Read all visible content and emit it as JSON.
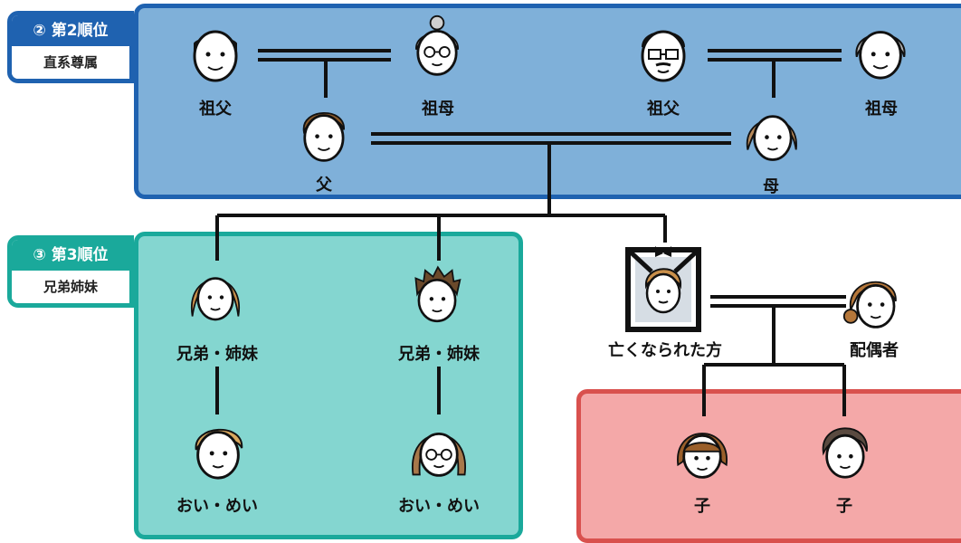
{
  "tags": {
    "rank2": {
      "title": "② 第2順位",
      "subtitle": "直系尊属"
    },
    "rank3": {
      "title": "③ 第3順位",
      "subtitle": "兄弟姉妹"
    }
  },
  "people": {
    "grandfather_paternal": "祖父",
    "grandmother_paternal": "祖母",
    "grandfather_maternal": "祖父",
    "grandmother_maternal": "祖母",
    "father": "父",
    "mother": "母",
    "sibling_1": "兄弟・姉妹",
    "sibling_2": "兄弟・姉妹",
    "nephew_1": "おい・めい",
    "nephew_2": "おい・めい",
    "deceased": "亡くなられた方",
    "spouse": "配偶者",
    "child_1": "子",
    "child_2": "子"
  },
  "colors": {
    "rank2_fill": "#7fb0d9",
    "rank2_border": "#1f62b0",
    "rank3_fill": "#84d6d0",
    "rank3_border": "#1aa99b",
    "rank1_fill": "#f4a8a8",
    "rank1_border": "#d9514e"
  }
}
